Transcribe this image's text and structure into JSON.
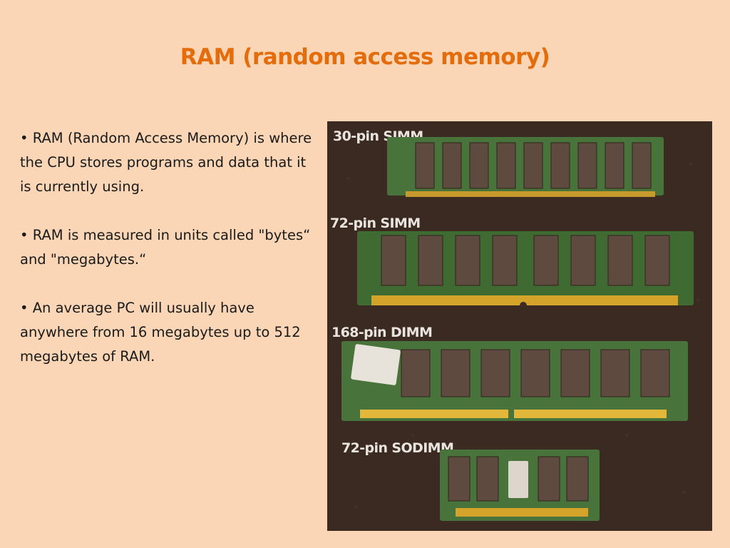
{
  "slide": {
    "title": "RAM (random access memory)",
    "bullets": [
      "• RAM (Random Access Memory) is where the CPU stores programs and data that it is currently using.",
      "• RAM is measured in units called \"bytes“ and \"megabytes.“",
      "• An average PC will usually have anywhere from 16 megabytes up to 512 megabytes of RAM."
    ]
  },
  "photo": {
    "modules": [
      {
        "label": "30-pin SIMM"
      },
      {
        "label": "72-pin SIMM"
      },
      {
        "label": "168-pin DIMM"
      },
      {
        "label": "72-pin SODIMM"
      }
    ]
  },
  "colors": {
    "background": "#fad6b6",
    "title": "#e46c0a",
    "text": "#1a1a1a",
    "photo_background": "#3a2a22",
    "pcb": "#3d6b32",
    "chip": "#5e4a3e",
    "gold_contacts": "#d4a42a"
  }
}
